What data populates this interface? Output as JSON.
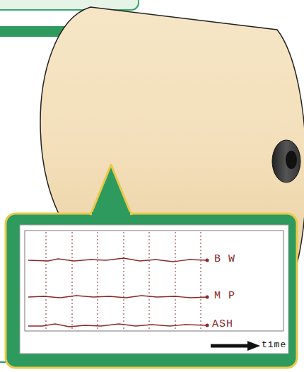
{
  "diagram": {
    "labels": [
      "B W",
      "M P",
      "ASH",
      "time"
    ]
  }
}
